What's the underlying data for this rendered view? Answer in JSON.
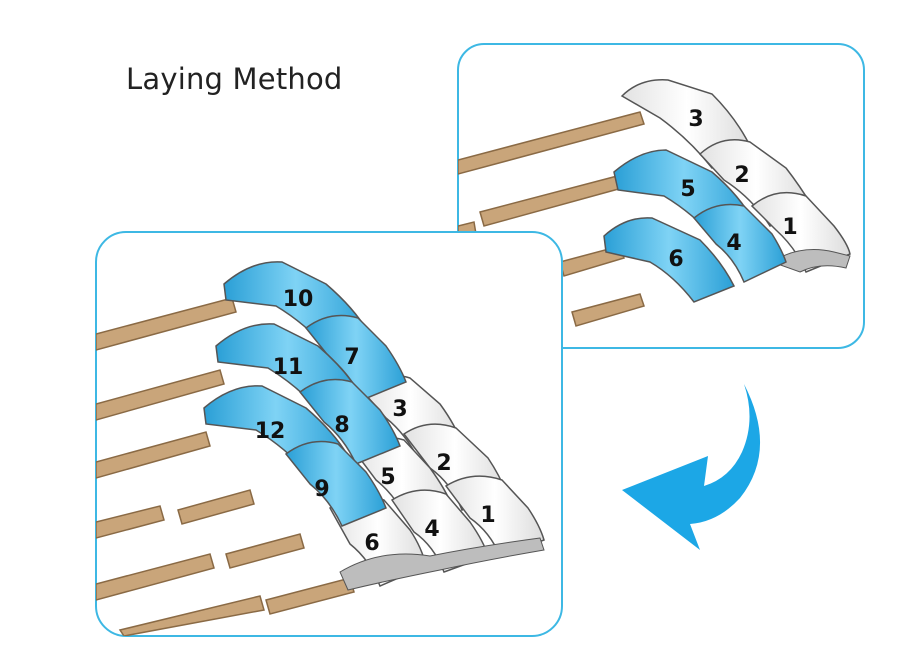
{
  "title": "Laying Method",
  "colors": {
    "panel_border": "#3db8e4",
    "arrow": "#1ca7e6",
    "tile_blue": "#5cc3ef",
    "tile_blue_dark": "#2a9fd6",
    "tile_white": "#ffffff",
    "batten": "#c9a57a",
    "batten_dark": "#8a6a45"
  },
  "step1": {
    "tile_labels": [
      "1",
      "2",
      "3",
      "4",
      "5",
      "6"
    ],
    "blue_tiles": [
      "4",
      "5",
      "6"
    ]
  },
  "step2": {
    "tile_labels": [
      "1",
      "2",
      "3",
      "4",
      "5",
      "6",
      "7",
      "8",
      "9",
      "10",
      "11",
      "12"
    ],
    "blue_tiles": [
      "7",
      "8",
      "9",
      "10",
      "11",
      "12"
    ]
  },
  "icons": {
    "transition": "curved-arrow-icon"
  }
}
